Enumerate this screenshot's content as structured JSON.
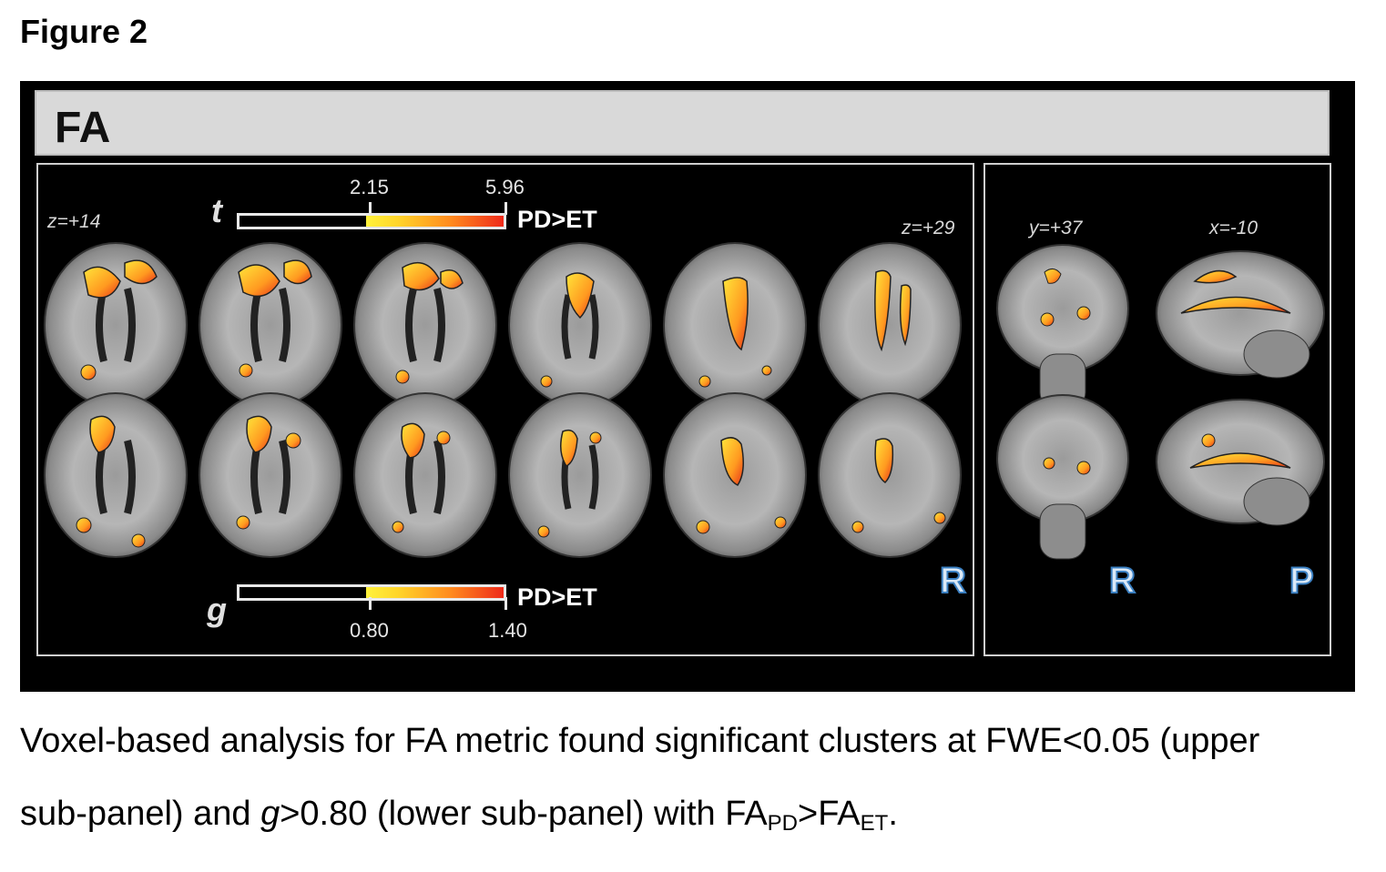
{
  "figure_title": "Figure 2",
  "panel": {
    "header": "FA",
    "axial_label_left": "z=+14",
    "axial_label_right": "z=+29",
    "coronal_label": "y=+37",
    "sagittal_label": "x=-10",
    "stat_t": "t",
    "stat_g": "g",
    "t_bar": {
      "min": "2.15",
      "max": "5.96",
      "label": "PD>ET"
    },
    "g_bar": {
      "min": "0.80",
      "max": "1.40",
      "label": "PD>ET"
    },
    "orientation": {
      "axial": "R",
      "coronal": "R",
      "sagittal": "P"
    }
  },
  "caption": {
    "line1": "Voxel-based analysis for FA metric found significant clusters at FWE<0.05 (upper",
    "line2_a": "sub-panel) and ",
    "line2_g": "g",
    "line2_b": ">0.80 (lower sub-panel) with FA",
    "sub_pd": "PD",
    "gt": ">FA",
    "sub_et": "ET",
    "end": "."
  },
  "colors": {
    "background": "#000000",
    "cluster_low": "#fff23a",
    "cluster_high": "#ee2a1a"
  }
}
